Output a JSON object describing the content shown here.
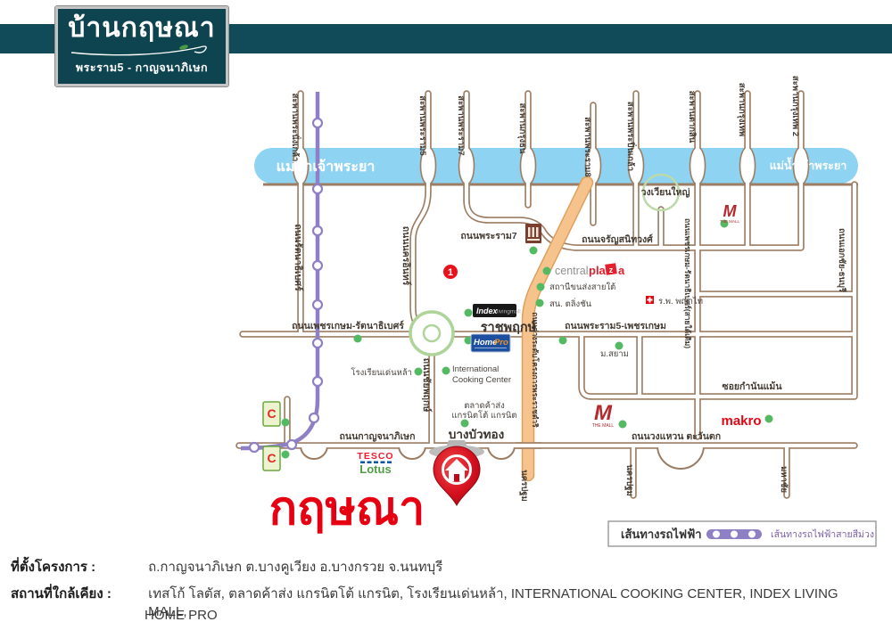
{
  "colors": {
    "header_teal": "#114a58",
    "river_blue": "#8ed3f2",
    "road_brown": "#9c7d63",
    "expressway_orange": "#f6c38c",
    "rail_purple": "#8f7fc4",
    "poi_green": "#53b963",
    "brand_red": "#e60012",
    "legend_purple": "#7b5ea7"
  },
  "header": {
    "title": "บ้านกฤษณา",
    "subtitle": "พระราม5 - กาญจนาภิเษก"
  },
  "map": {
    "river": {
      "label_left": "แม่น้ำเจ้าพระยา",
      "label_right": "แม่น้ำเจ้าพระยา"
    },
    "bridge_labels": {
      "phranangklao": "สะพานพระนั่งเกล้า",
      "rama5": "สะพานพระราม5",
      "rama7": "สะพานพระราม7",
      "krungthon": "สะพานกรุงธน",
      "rama8": "สะพานพระราม8",
      "pinklao": "สะพานพระปิ่นเกล้า",
      "taksin": "สะพานตากสิน",
      "krungthep": "สะพานกรุงเทพ",
      "krungthep2": "สะพานกรุงเทพ 2"
    },
    "road_labels": {
      "rattanathibet_v": "ถนนรัตนาธิเบศร์",
      "nakhon_in": "ถนนนครอินทร์",
      "chaiyaphruek": "ถนนชัยพฤกษ์",
      "rama7_h": "ถนนพระราม7",
      "charansanitwong": "ถนนจรัญสนิทวงศ์",
      "phetkasem_rattanathibet": "ถนนเพชรเกษม-รัตนาธิเบศร์",
      "ratchaphruek": "ราชพฤกษ์",
      "rama5_phetkasem": "ถนนพระราม5-เพชรเกษม",
      "tangradab": "ถนนต่างระดับโครงการพระราชดำริ",
      "phetkasem_old": "ถนนเพชรเกษม-รัตนาธิเบศร์(สายใต้เดิม)",
      "ekachai": "ถนนเอกชัย-ธนบุรี",
      "kanchanaphisek": "ถนนกาญจนาภิเษก",
      "bang_bua_thong": "บางบัวทอง",
      "wongwaen_tawantok": "ถนนวงแหวน ตะวันตก",
      "soi_kamnan_maen": "ซอยกำนันแม้น",
      "nakhon_pathom_1": "นครปฐม",
      "nakhon_pathom_2": "นครปฐม",
      "mahachai": "มหาชัย",
      "wongwian_yai": "วงเวียนใหญ่"
    },
    "places": {
      "southern_bus_terminal": "สถานีขนส่งสายใต้",
      "taling_chan_police": "สน. ตลิ่งชัน",
      "phayathai_hospital": "ร.พ. พญาไท",
      "siam_university": "ม.สยาม",
      "denla_school": "โรงเรียนเด่นหล้า",
      "icc_line1": "International",
      "icc_line2": "Cooking Center",
      "market_line1": "ตลาดค้าส่ง",
      "market_line2": "แกรนิตโต้ แกรนิต"
    },
    "brands": {
      "central_gray": "central",
      "central_red": "pla",
      "central_z": "z",
      "central_a": "a",
      "index": "Index",
      "index_sub": "livingmall",
      "homepro_white": "Home",
      "homepro_orange": "Pro",
      "tesco": "TESCO",
      "lotus": "Lotus",
      "the_mall_m": "M",
      "the_mall": "THE MALL",
      "makro": "makro",
      "c_badge": "C"
    },
    "project_name": "กฤษณา",
    "marker_no": "1",
    "legend": {
      "title": "เส้นทางรถไฟฟ้า",
      "desc": "เส้นทางรถไฟฟ้าสายสีม่วง"
    }
  },
  "footer": {
    "location_label": "ที่ตั้งโครงการ :",
    "location_value": "ถ.กาญจนาภิเษก ต.บางคูเวียง อ.บางกรวย จ.นนทบุรี",
    "nearby_label": "สถานที่ใกล้เคียง :",
    "nearby_value": "เทสโก้ โลตัส, ตลาดค้าส่ง แกรนิตโต้ แกรนิต, โรงเรียนเด่นหล้า, INTERNATIONAL COOKING CENTER, INDEX LIVING MALL,",
    "nearby_value2": "HOME PRO"
  }
}
